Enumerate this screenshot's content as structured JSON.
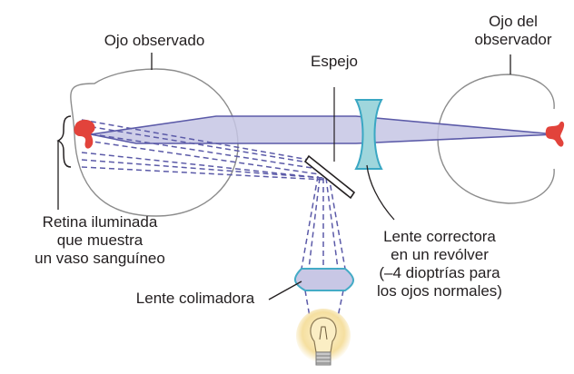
{
  "labels": {
    "observed_eye": "Ojo observado",
    "observer_eye": [
      "Ojo del",
      "observador"
    ],
    "mirror": "Espejo",
    "retina": [
      "Retina iluminada",
      "que muestra",
      "un vaso sanguíneo"
    ],
    "corrective_lens": [
      "Lente correctora",
      "en un revólver",
      "(–4 dioptrías para",
      "los ojos normales)"
    ],
    "collimating_lens": "Lente colimadora"
  },
  "colors": {
    "beam_fill": "#b9b8dc",
    "beam_edge": "#5b5aa8",
    "eye_outline": "#8c8c8c",
    "vessel": "#e2433b",
    "lens_fill": "#9fd6dc",
    "lens_edge": "#3aa7c3",
    "bulb_glow": "#f5dfa0",
    "leader": "#231f20"
  }
}
